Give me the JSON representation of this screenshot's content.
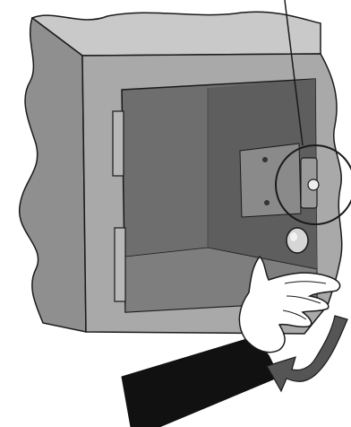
{
  "figure": {
    "caption": "",
    "parts": [
      {
        "id": "cabinet",
        "semantic": "wall-cabinet"
      },
      {
        "id": "hinges",
        "semantic": "door-hinges"
      },
      {
        "id": "door-opening",
        "semantic": "open-door-interior"
      },
      {
        "id": "latch",
        "semantic": "door-latch-plate"
      },
      {
        "id": "knob",
        "semantic": "door-knob"
      },
      {
        "id": "callout",
        "semantic": "detail-callout-circle-with-leader"
      },
      {
        "id": "hand",
        "semantic": "hand-reaching-knob"
      },
      {
        "id": "arrow",
        "semantic": "curved-close-door-arrow"
      }
    ],
    "colors": {
      "cabinet_face": "#a9a9a9",
      "cabinet_top": "#c9c9c9",
      "cabinet_side": "#8f8f8f",
      "interior": "#6e6e6e",
      "outline": "#1a1a1a",
      "arrow": "#555555",
      "sleeve": "#111111",
      "skin": "#ffffff"
    }
  }
}
